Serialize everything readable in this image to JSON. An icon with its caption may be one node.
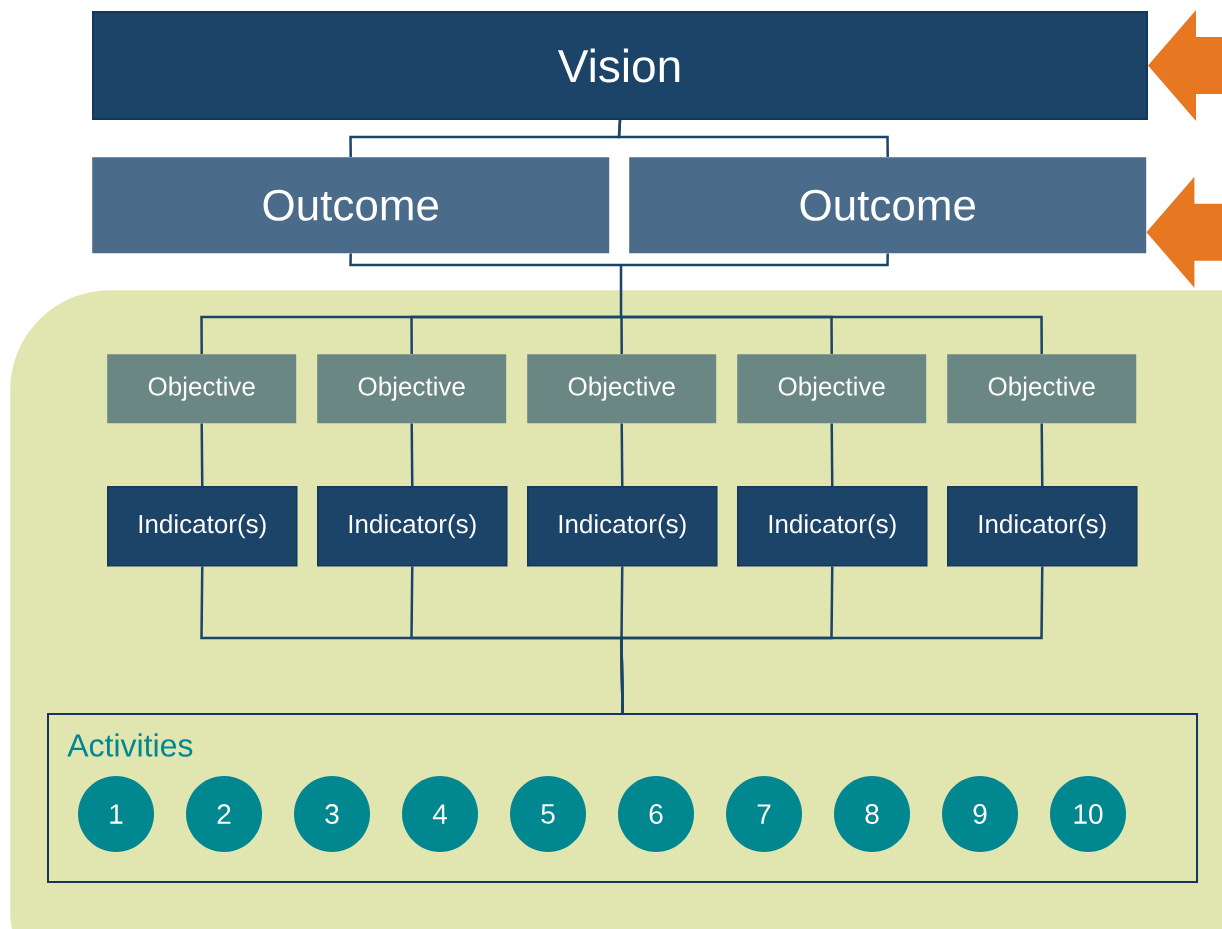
{
  "diagram": {
    "nodes": [
      {
        "text": [
          "Vision"
        ]
      },
      {
        "text": [
          "Outcome"
        ]
      },
      {
        "text": [
          "Outcome"
        ]
      },
      {
        "text": [],
        "shape": "box"
      },
      {
        "text": [
          "Objective"
        ],
        "in": 3
      },
      {
        "text": [
          "Objective"
        ],
        "in": 3
      },
      {
        "text": [
          "Objective"
        ],
        "in": 3
      },
      {
        "text": [
          "Objective"
        ],
        "in": 3
      },
      {
        "text": [
          "Objective"
        ],
        "in": 3
      },
      {
        "text": [
          "Indicator(s)"
        ],
        "in": 3
      },
      {
        "text": [
          "Indicator(s)"
        ],
        "in": 3
      },
      {
        "text": [
          "Indicator(s)"
        ],
        "in": 3
      },
      {
        "text": [
          "Indicator(s)"
        ],
        "in": 3
      },
      {
        "text": [
          "Indicator(s)"
        ],
        "in": 3
      },
      {
        "text": [
          "Activities"
        ],
        "in": 3
      },
      {
        "text": [
          "1"
        ],
        "in": 14
      },
      {
        "text": [
          "2"
        ],
        "in": 14
      },
      {
        "text": [
          "3"
        ],
        "in": 14
      },
      {
        "text": [
          "4"
        ],
        "in": 14
      },
      {
        "text": [
          "5"
        ],
        "in": 14
      },
      {
        "text": [
          "6"
        ],
        "in": 14
      },
      {
        "text": [
          "7"
        ],
        "in": 14
      },
      {
        "text": [
          "8"
        ],
        "in": 14
      },
      {
        "text": [
          "9"
        ],
        "in": 14
      },
      {
        "text": [
          "10"
        ],
        "in": 14
      }
    ],
    "edges": [
      {
        "from": 0,
        "to": 1,
        "arrow": "none"
      },
      {
        "from": 0,
        "to": 2,
        "arrow": "none"
      },
      {
        "from": 1,
        "to": 4,
        "arrow": "none"
      },
      {
        "from": 1,
        "to": 5,
        "arrow": "none"
      },
      {
        "from": 1,
        "to": 6,
        "arrow": "none"
      },
      {
        "from": 1,
        "to": 7,
        "arrow": "none"
      },
      {
        "from": 1,
        "to": 8,
        "arrow": "none"
      },
      {
        "from": 2,
        "to": 4,
        "arrow": "none"
      },
      {
        "from": 2,
        "to": 5,
        "arrow": "none"
      },
      {
        "from": 2,
        "to": 6,
        "arrow": "none"
      },
      {
        "from": 2,
        "to": 7,
        "arrow": "none"
      },
      {
        "from": 2,
        "to": 8,
        "arrow": "none"
      },
      {
        "from": 4,
        "to": 9,
        "arrow": "none"
      },
      {
        "from": 5,
        "to": 10,
        "arrow": "none"
      },
      {
        "from": 6,
        "to": 11,
        "arrow": "none"
      },
      {
        "from": 7,
        "to": 12,
        "arrow": "none"
      },
      {
        "from": 8,
        "to": 13,
        "arrow": "none"
      },
      {
        "from": 9,
        "to": 14,
        "arrow": "none"
      },
      {
        "from": 10,
        "to": 14,
        "arrow": "none"
      },
      {
        "from": 11,
        "to": 14,
        "arrow": "none"
      },
      {
        "from": 12,
        "to": 14,
        "arrow": "none"
      },
      {
        "from": 13,
        "to": 14,
        "arrow": "none"
      },
      {
        "from": null,
        "to": 0,
        "arrow": "to",
        "style": "thick",
        "color": "#e87722"
      },
      {
        "from": null,
        "to": 2,
        "arrow": "to",
        "style": "thick",
        "color": "#e87722"
      }
    ]
  }
}
